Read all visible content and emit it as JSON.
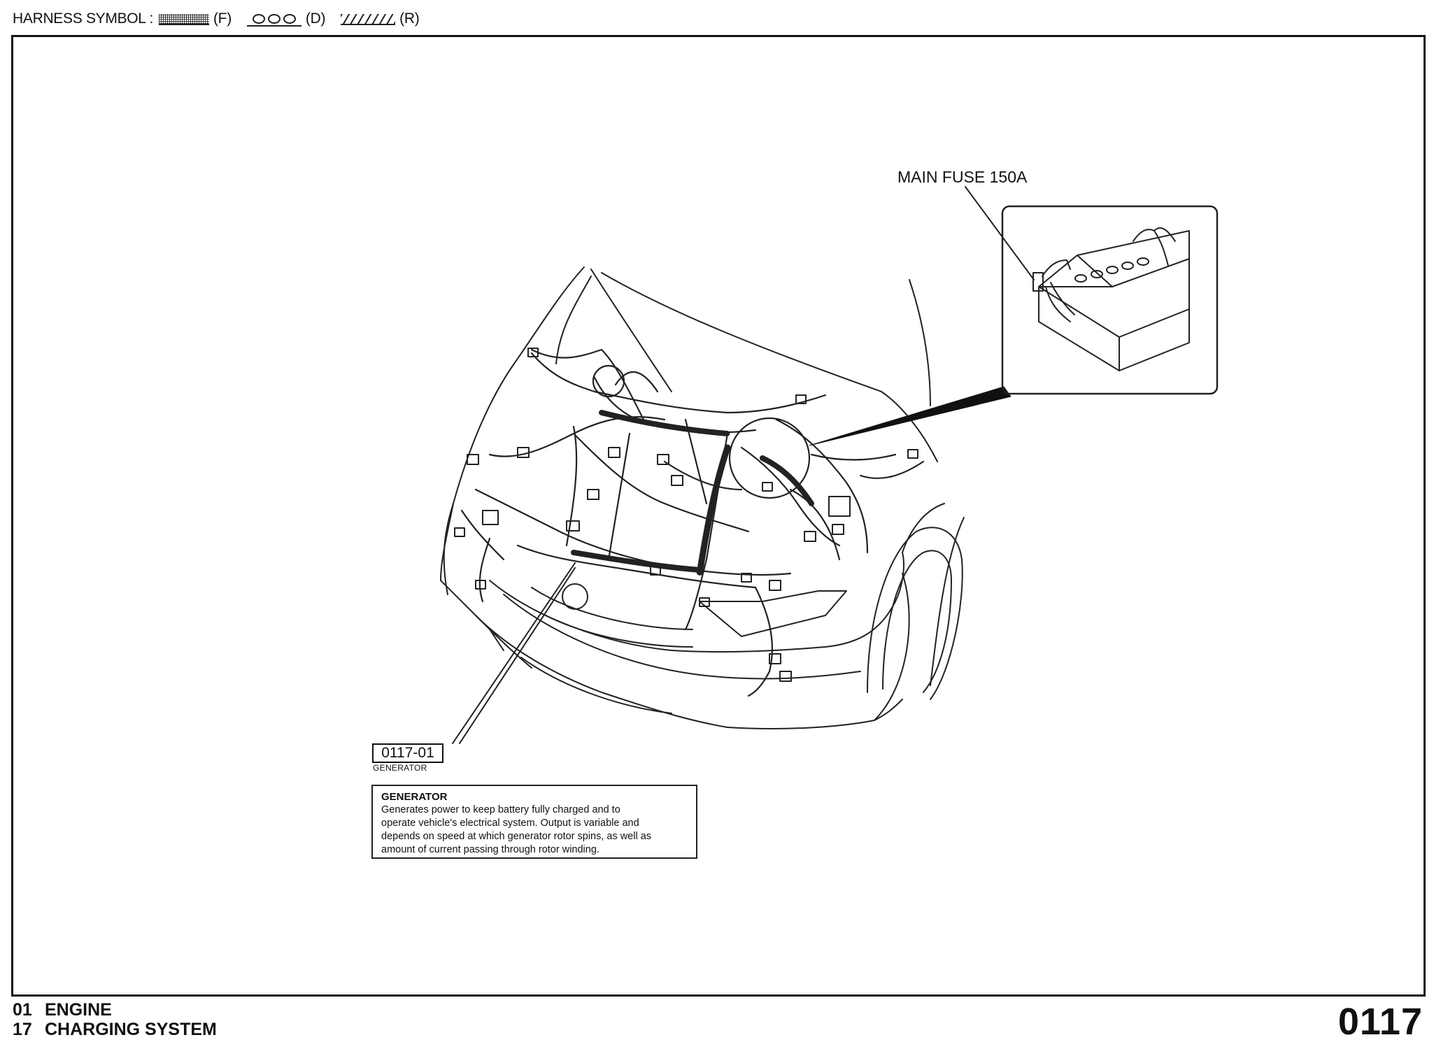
{
  "header": {
    "title": "HARNESS SYMBOL :",
    "legend": [
      {
        "code": "(F)",
        "pattern": "dotted-hatch"
      },
      {
        "code": "(D)",
        "pattern": "circles"
      },
      {
        "code": "(R)",
        "pattern": "diagonal-hatch"
      }
    ]
  },
  "diagram": {
    "fuse_label": "MAIN FUSE 150A",
    "component_ref": "0117-01",
    "component_name": "GENERATOR"
  },
  "info": {
    "title": "GENERATOR",
    "lines": [
      "Generates power to keep battery fully charged and to",
      "operate vehicle's electrical system. Output is variable and",
      "depends on speed at which generator rotor spins, as well as",
      "amount of current passing through rotor winding."
    ]
  },
  "footer": {
    "line1_num": "01",
    "line1_text": "ENGINE",
    "line2_num": "17",
    "line2_text": "CHARGING SYSTEM",
    "page": "0117"
  },
  "colors": {
    "ink": "#111111",
    "background": "#ffffff"
  }
}
